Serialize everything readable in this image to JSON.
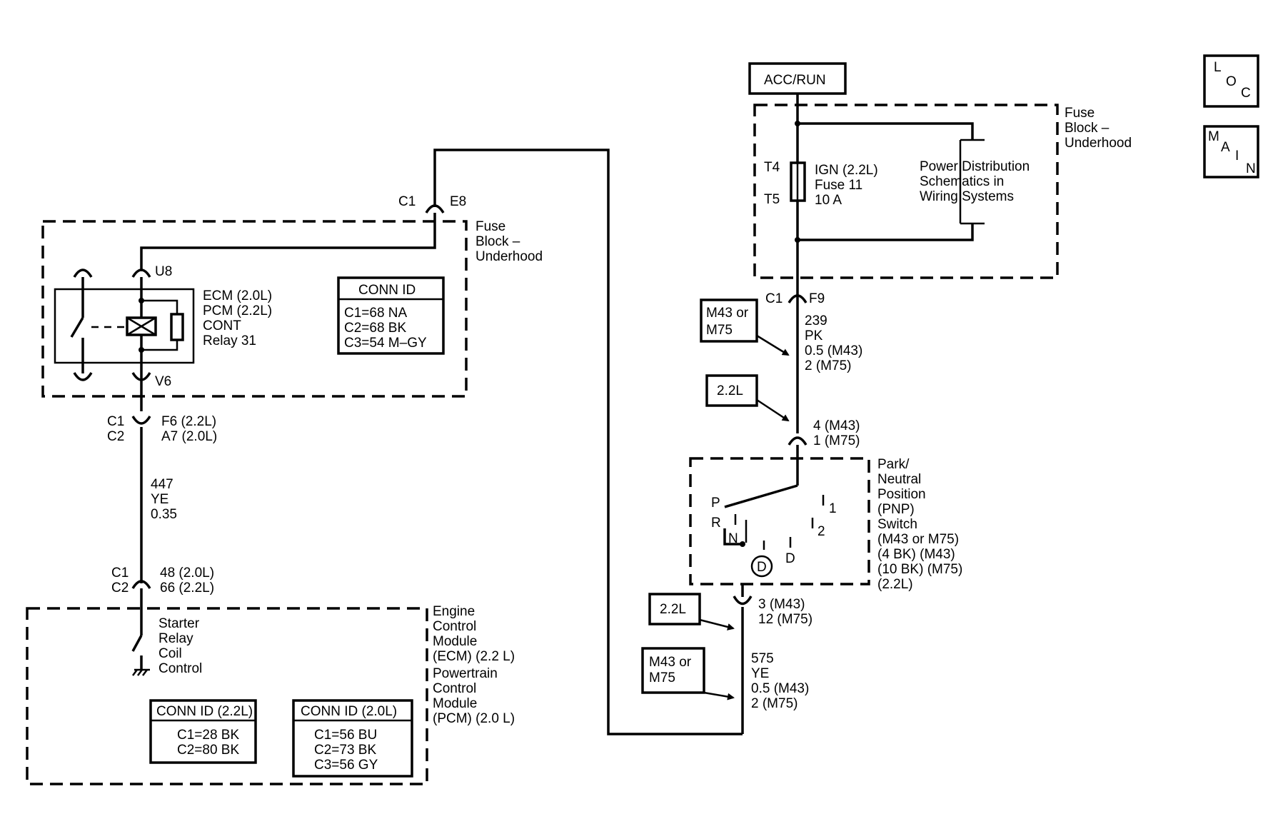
{
  "power": {
    "acc_run": "ACC/RUN"
  },
  "nav": {
    "loc": [
      "L",
      "O",
      "C"
    ],
    "main": [
      "M",
      "A",
      "I",
      "N"
    ]
  },
  "fuse_block_right": {
    "label": [
      "Fuse",
      "Block –",
      "Underhood"
    ],
    "t4": "T4",
    "t5": "T5",
    "fuse": [
      "IGN (2.2L)",
      "Fuse 11",
      "10 A"
    ],
    "power_dist": [
      "Power Distribution",
      "Schematics in",
      "Wiring Systems"
    ],
    "c1": "C1",
    "f9": "F9"
  },
  "fuse_block_left": {
    "label": [
      "Fuse",
      "Block –",
      "Underhood"
    ],
    "c1_top": "C1",
    "e8": "E8",
    "u8": "U8",
    "v6": "V6",
    "relay": [
      "ECM (2.0L)",
      "PCM (2.2L)",
      "CONT",
      "Relay 31"
    ],
    "conn_id_title": "CONN ID",
    "conn_id": [
      "C1=68 NA",
      "C2=68 BK",
      "C3=54 M–GY"
    ],
    "c1_bottom": "C1",
    "c2_bottom": "C2",
    "pins": [
      "F6 (2.2L)",
      "A7 (2.0L)"
    ]
  },
  "wire_447": [
    "447",
    "YE",
    "0.35"
  ],
  "ecm": {
    "c1": "C1",
    "c2": "C2",
    "pins": [
      "48 (2.0L)",
      "66 (2.2L)"
    ],
    "internal": [
      "Starter",
      "Relay",
      "Coil",
      "Control"
    ],
    "label": [
      "Engine",
      "Control",
      "Module",
      "(ECM) (2.2 L)",
      "Powertrain",
      "Control",
      "Module",
      "(PCM) (2.0 L)"
    ],
    "conn_a_title": "CONN ID (2.2L)",
    "conn_a": [
      "C1=28 BK",
      "C2=80 BK"
    ],
    "conn_b_title": "CONN ID (2.0L)",
    "conn_b": [
      "C1=56 BU",
      "C2=73 BK",
      "C3=56 GY"
    ]
  },
  "wire_239": [
    "239",
    "PK",
    "0.5 (M43)",
    "2 (M75)"
  ],
  "option_m43_m75_a": [
    "M43 or",
    "M75"
  ],
  "option_22l_a": "2.2L",
  "pnp": {
    "top_pins": [
      "4 (M43)",
      "1 (M75)"
    ],
    "label": [
      "Park/",
      "Neutral",
      "Position",
      "(PNP)",
      "Switch",
      "(M43 or M75)",
      "(4 BK) (M43)",
      "(10 BK) (M75)",
      "(2.2L)"
    ],
    "positions": {
      "p": "P",
      "r": "R",
      "n": "N",
      "d": "D",
      "d_circle": "D",
      "one": "1",
      "two": "2"
    },
    "bottom_pins": [
      "3 (M43)",
      "12 (M75)"
    ]
  },
  "option_22l_b": "2.2L",
  "option_m43_m75_b": [
    "M43 or",
    "M75"
  ],
  "wire_575": [
    "575",
    "YE",
    "0.5 (M43)",
    "2 (M75)"
  ]
}
